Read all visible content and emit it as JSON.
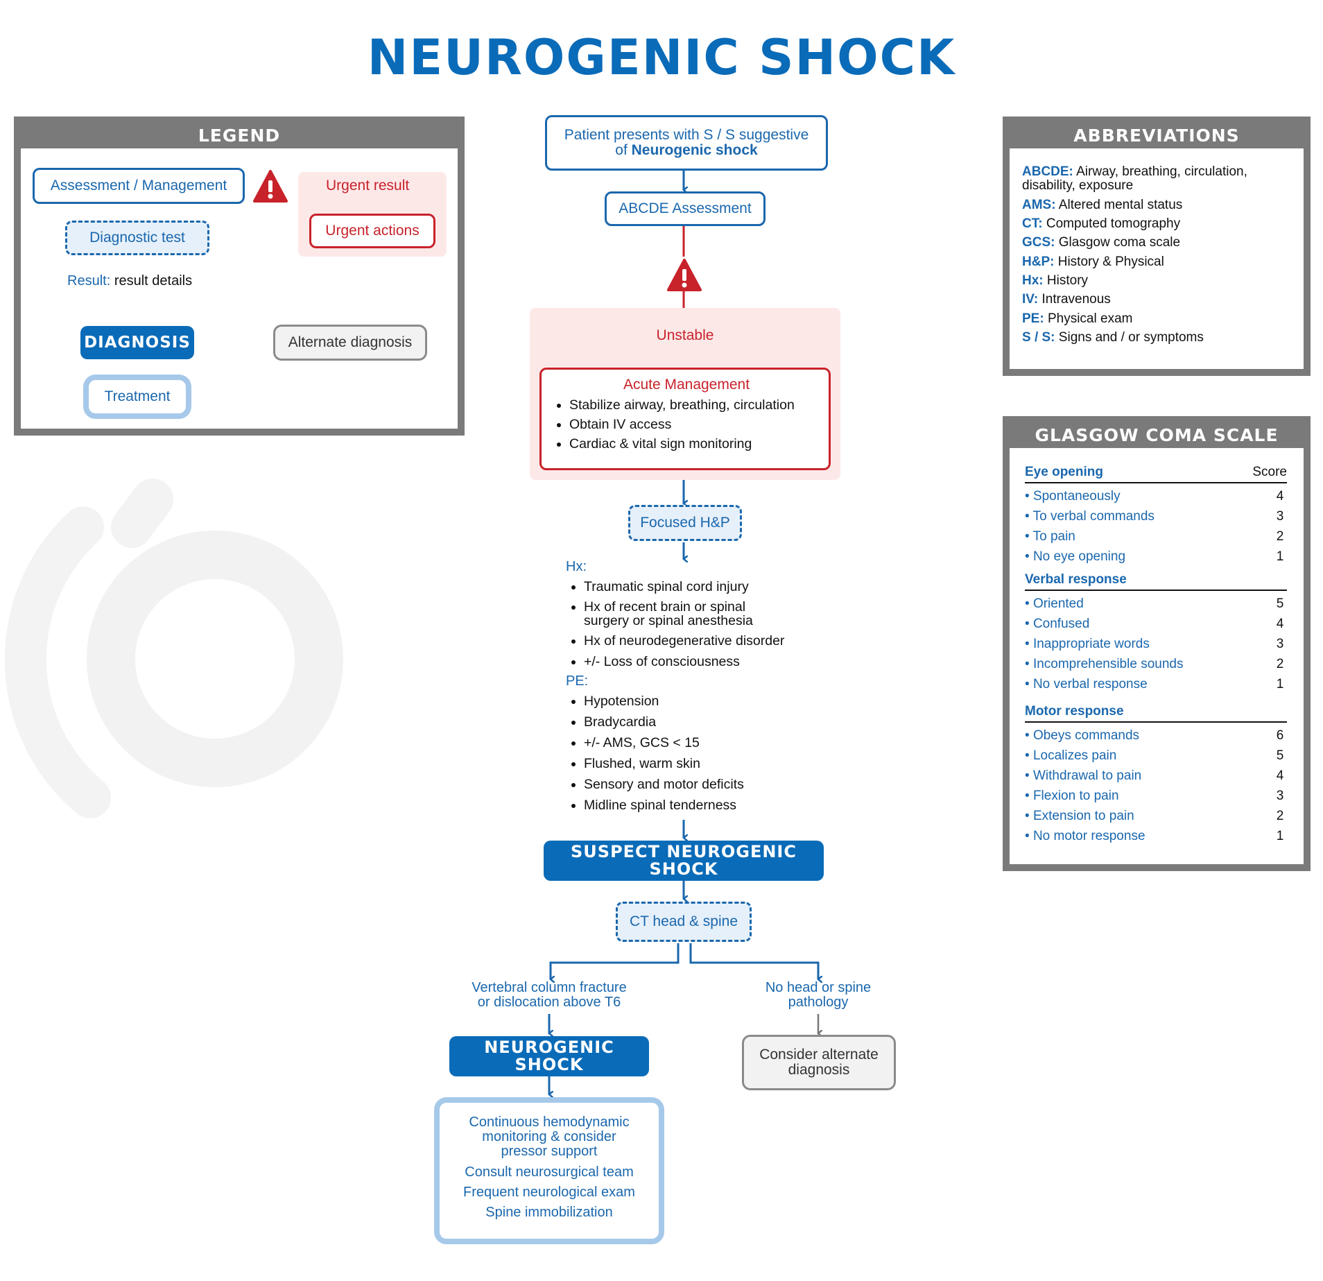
{
  "title": "NEUROGENIC SHOCK",
  "legend": {
    "header": "LEGEND",
    "assessment": "Assessment / Management",
    "urgent_result": "Urgent result",
    "urgent_actions": "Urgent actions",
    "diagnostic_test": "Diagnostic test",
    "result_label": "Result:",
    "result_text": "result details",
    "diagnosis": "DIAGNOSIS",
    "alternate": "Alternate diagnosis",
    "treatment": "Treatment"
  },
  "flow": {
    "start_line1": "Patient presents with S / S suggestive",
    "start_line2_prefix": "of",
    "start_line2_bold": "Neurogenic shock",
    "abcde": "ABCDE Assessment",
    "unstable": "Unstable",
    "acute_title": "Acute Management",
    "acute_items": [
      "Stabilize airway, breathing, circulation",
      "Obtain IV access",
      "Cardiac & vital sign monitoring"
    ],
    "focused": "Focused H&P",
    "hx_label": "Hx:",
    "hx_items": [
      "Traumatic spinal cord injury",
      "Hx of recent brain or spinal surgery or spinal anesthesia",
      "Hx of neurodegenerative disorder",
      "+/- Loss of consciousness"
    ],
    "pe_label": "PE:",
    "pe_items": [
      "Hypotension",
      "Bradycardia",
      "+/- AMS, GCS < 15",
      "Flushed, warm skin",
      "Sensory and motor deficits",
      "Midline spinal tenderness"
    ],
    "suspect": "SUSPECT NEUROGENIC SHOCK",
    "ct": "CT head & spine",
    "branch_left_1": "Vertebral column fracture",
    "branch_left_2": "or dislocation above T6",
    "branch_right_1": "No head or spine",
    "branch_right_2": "pathology",
    "neuro_shock": "NEUROGENIC SHOCK",
    "alt_1": "Consider alternate",
    "alt_2": "diagnosis",
    "treat_1": "Continuous hemodynamic",
    "treat_2": "monitoring & consider",
    "treat_3": "pressor support",
    "treat_4": "Consult neurosurgical team",
    "treat_5": "Frequent neurological exam",
    "treat_6": "Spine immobilization"
  },
  "abbreviations": {
    "header": "ABBREVIATIONS",
    "items": [
      {
        "k": "ABCDE:",
        "v": "Airway, breathing, circulation, disability, exposure"
      },
      {
        "k": "AMS:",
        "v": "Altered mental status"
      },
      {
        "k": "CT:",
        "v": "Computed tomography"
      },
      {
        "k": "GCS:",
        "v": "Glasgow coma scale"
      },
      {
        "k": "H&P:",
        "v": "History & Physical"
      },
      {
        "k": "Hx:",
        "v": "History"
      },
      {
        "k": "IV:",
        "v": "Intravenous"
      },
      {
        "k": "PE:",
        "v": "Physical exam"
      },
      {
        "k": "S / S:",
        "v": "Signs and / or symptoms"
      }
    ]
  },
  "gcs": {
    "header": "GLASGOW COMA SCALE",
    "score_label": "Score",
    "eye_label": "Eye opening",
    "eye": [
      {
        "t": "Spontaneously",
        "s": "4"
      },
      {
        "t": "To verbal commands",
        "s": "3"
      },
      {
        "t": "To pain",
        "s": "2"
      },
      {
        "t": "No eye opening",
        "s": "1"
      }
    ],
    "verbal_label": "Verbal response",
    "verbal": [
      {
        "t": "Oriented",
        "s": "5"
      },
      {
        "t": "Confused",
        "s": "4"
      },
      {
        "t": "Inappropriate words",
        "s": "3"
      },
      {
        "t": "Incomprehensible sounds",
        "s": "2"
      },
      {
        "t": "No verbal response",
        "s": "1"
      }
    ],
    "motor_label": "Motor response",
    "motor": [
      {
        "t": "Obeys commands",
        "s": "6"
      },
      {
        "t": "Localizes pain",
        "s": "5"
      },
      {
        "t": "Withdrawal to pain",
        "s": "4"
      },
      {
        "t": "Flexion to pain",
        "s": "3"
      },
      {
        "t": "Extension to pain",
        "s": "2"
      },
      {
        "t": "No motor response",
        "s": "1"
      }
    ]
  },
  "colors": {
    "blue": "#1a67ad",
    "dark_blue": "#0a6bb8",
    "red": "#c8222a",
    "gray": "#7a7a7a",
    "pink": "#fde8e8"
  }
}
